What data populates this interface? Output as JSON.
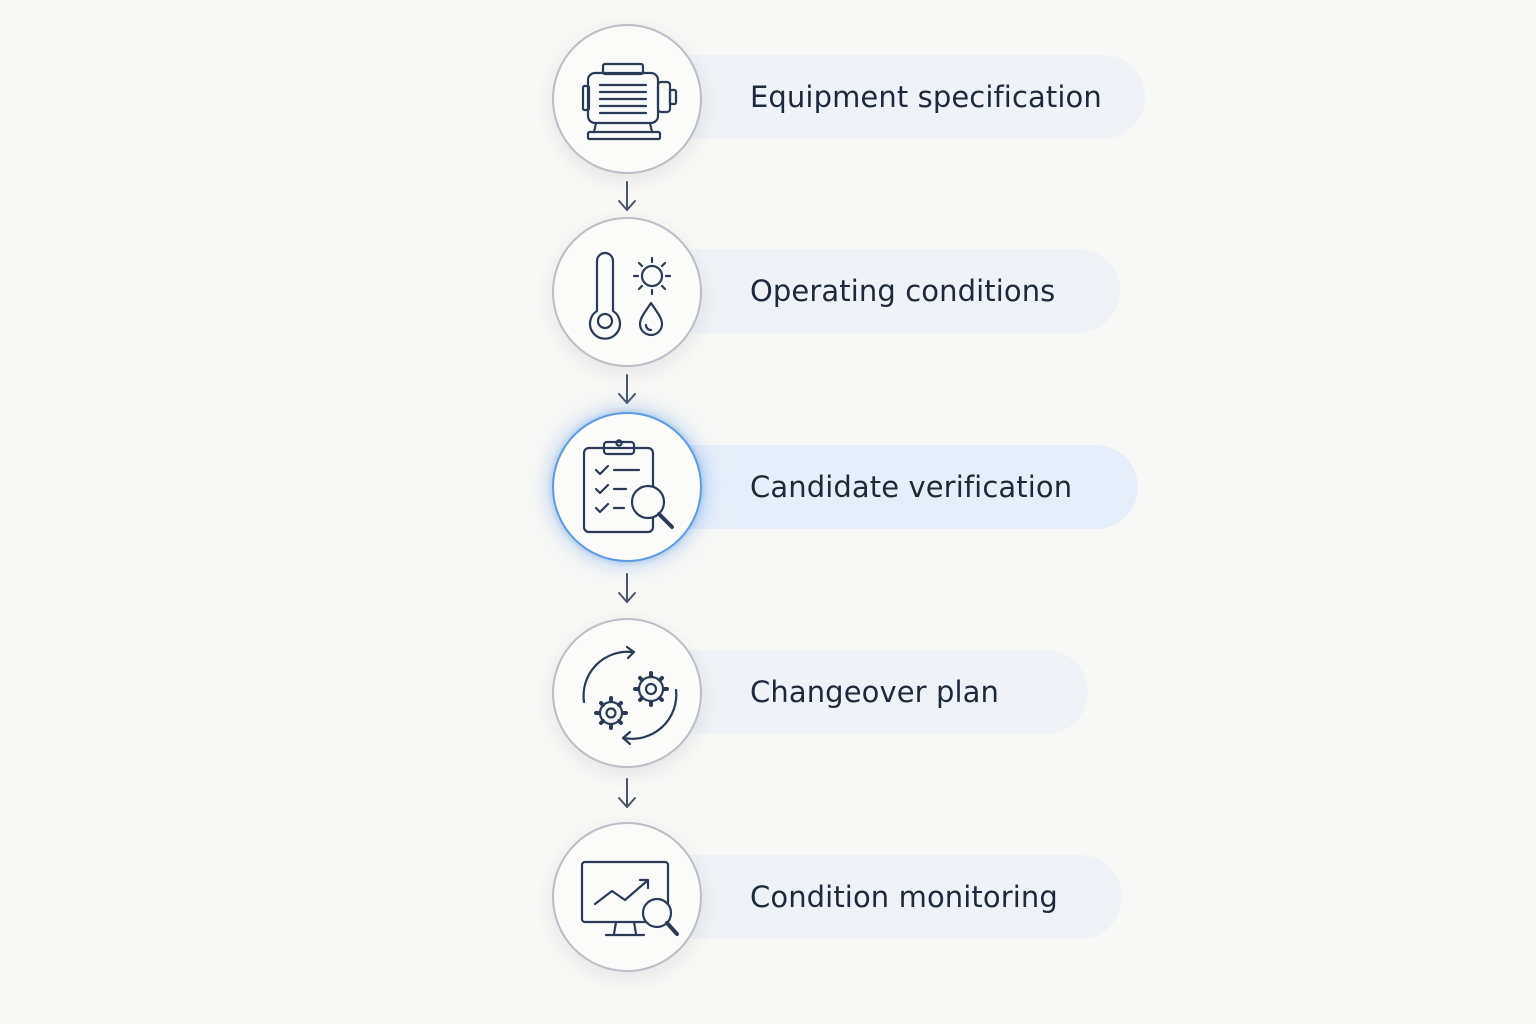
{
  "steps": [
    {
      "label": "Equipment specification",
      "icon": "motor-icon",
      "active": false
    },
    {
      "label": "Operating conditions",
      "icon": "thermometer-sun-droplet-icon",
      "active": false
    },
    {
      "label": "Candidate verification",
      "icon": "clipboard-checklist-magnifier-icon",
      "active": true
    },
    {
      "label": "Changeover plan",
      "icon": "gears-cycle-icon",
      "active": false
    },
    {
      "label": "Condition monitoring",
      "icon": "monitor-chart-magnifier-icon",
      "active": false
    }
  ],
  "colors": {
    "background": "#f8f8f6",
    "pill": "#eff2f6",
    "pill_active": "#e6eef9",
    "node_border": "#b9bec7",
    "active_border": "#5e9be0",
    "icon_stroke": "#2b3a55",
    "text": "#1e2a3b"
  }
}
